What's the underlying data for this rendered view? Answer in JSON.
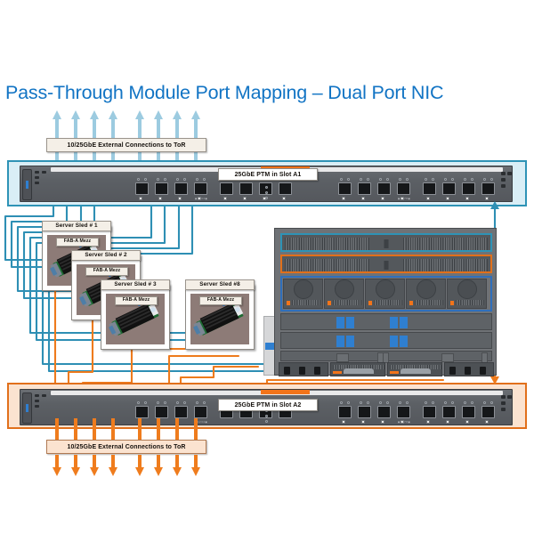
{
  "page": {
    "title": "Pass-Through Module Port Mapping – Dual Port NIC",
    "background": "#ffffff",
    "title_color": "#1274c4"
  },
  "colors": {
    "fabric_a1_accent": "#2e93b6",
    "fabric_a1_fill": "#d9eef6",
    "fabric_a2_accent": "#e1701b",
    "fabric_a2_fill": "#fbe3d0",
    "label_fill": "#f4efe7",
    "label_border": "#9a948c",
    "module_body": "#5c6065",
    "chassis_body": "#6f7276"
  },
  "top_section": {
    "uplink_label": "10/25GbE External Connections to ToR",
    "arrow_direction": "up",
    "arrow_color": "#92c8df",
    "arrow_count": 8,
    "module_label": "25GbE PTM in Slot A1",
    "module_slot": "A1",
    "port_count_left": 8,
    "port_count_right": 8
  },
  "bottom_section": {
    "uplink_label": "10/25GbE External Connections to ToR",
    "arrow_direction": "down",
    "arrow_color": "#ef7c1d",
    "arrow_count": 8,
    "module_label": "25GbE PTM in Slot A2",
    "module_slot": "A2",
    "port_count_left": 8,
    "port_count_right": 8
  },
  "sleds": [
    {
      "label": "Server Sled # 1",
      "mezz_label": "FAB-A Mezz"
    },
    {
      "label": "Server Sled # 2",
      "mezz_label": "FAB-A Mezz"
    },
    {
      "label": "Server Sled # 3",
      "mezz_label": "FAB-A Mezz"
    },
    {
      "label": "Server Sled #8",
      "mezz_label": "FAB-A Mezz"
    }
  ],
  "chassis": {
    "name": "chassis-rear-view",
    "highlight_top": "#2e93b6",
    "highlight_second": "#e1701b",
    "fan_count": 5,
    "psu_count": 2
  }
}
